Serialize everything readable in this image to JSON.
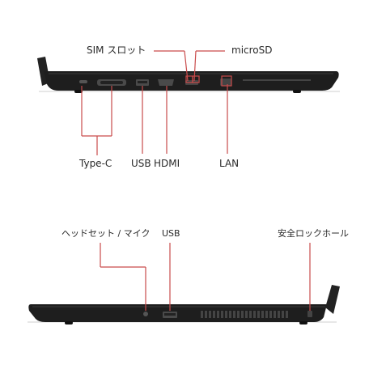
{
  "diagram": {
    "top_view": {
      "callouts": {
        "sim_slot": "SIM スロット",
        "microsd": "microSD",
        "type_c": "Type-C",
        "usb": "USB",
        "hdmi": "HDMI",
        "lan": "LAN"
      }
    },
    "bottom_view": {
      "callouts": {
        "headset": "ヘッドセット / マイク",
        "usb": "USB",
        "security_lock": "安全ロックホール"
      }
    },
    "colors": {
      "callout_line": "#c94b4b",
      "chassis": "#1e1e1e",
      "label_text": "#2a2a2a"
    }
  }
}
